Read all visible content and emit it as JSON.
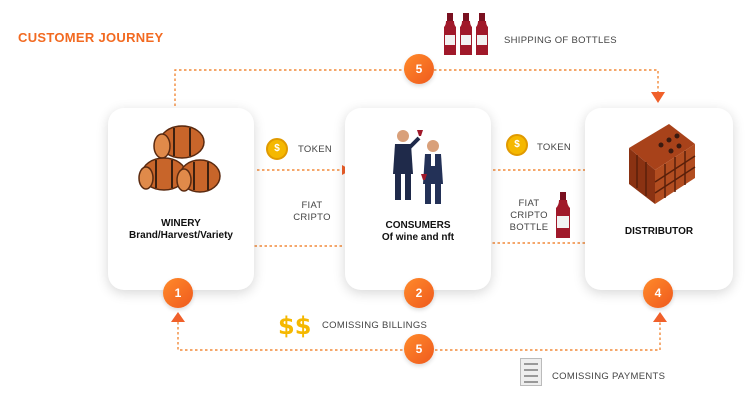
{
  "title": "CUSTOMER JOURNEY",
  "nodes": {
    "winery": {
      "badge": "1",
      "title": "WINERY",
      "subtitle": "Brand/Harvest/Variety",
      "icon": "wine-barrels-icon"
    },
    "consumers": {
      "badge": "2",
      "title": "CONSUMERS",
      "subtitle": "Of wine and nft",
      "icon": "people-toasting-icon"
    },
    "distributor": {
      "badge": "4",
      "title": "DISTRIBUTOR",
      "icon": "wine-rack-icon"
    }
  },
  "flows": {
    "shipping": {
      "badge": "5",
      "label": "SHIPPING OF BOTTLES",
      "icon": "wine-bottles-icon"
    },
    "token_1": {
      "label": "TOKEN",
      "icon": "coin-icon"
    },
    "fiat_crypto": {
      "line1": "FIAT",
      "line2": "CRIPTO"
    },
    "token_2": {
      "label": "TOKEN",
      "icon": "coin-icon"
    },
    "fiat_crypto_bottle": {
      "line1": "FIAT",
      "line2": "CRIPTO",
      "line3": "BOTTLE",
      "icon": "wine-bottle-icon"
    },
    "billings": {
      "label": "COMISSING BILLINGS",
      "icon": "dollar-signs-icon",
      "symbol": "$$"
    },
    "payments": {
      "badge": "5",
      "label": "COMISSING PAYMENTS",
      "icon": "document-icon"
    }
  },
  "colors": {
    "accent": "#f26a21",
    "dashed_line": "#f28a3a",
    "coin": "#f5b800",
    "wine": "#a0192a",
    "barrel": "#c8652a"
  }
}
